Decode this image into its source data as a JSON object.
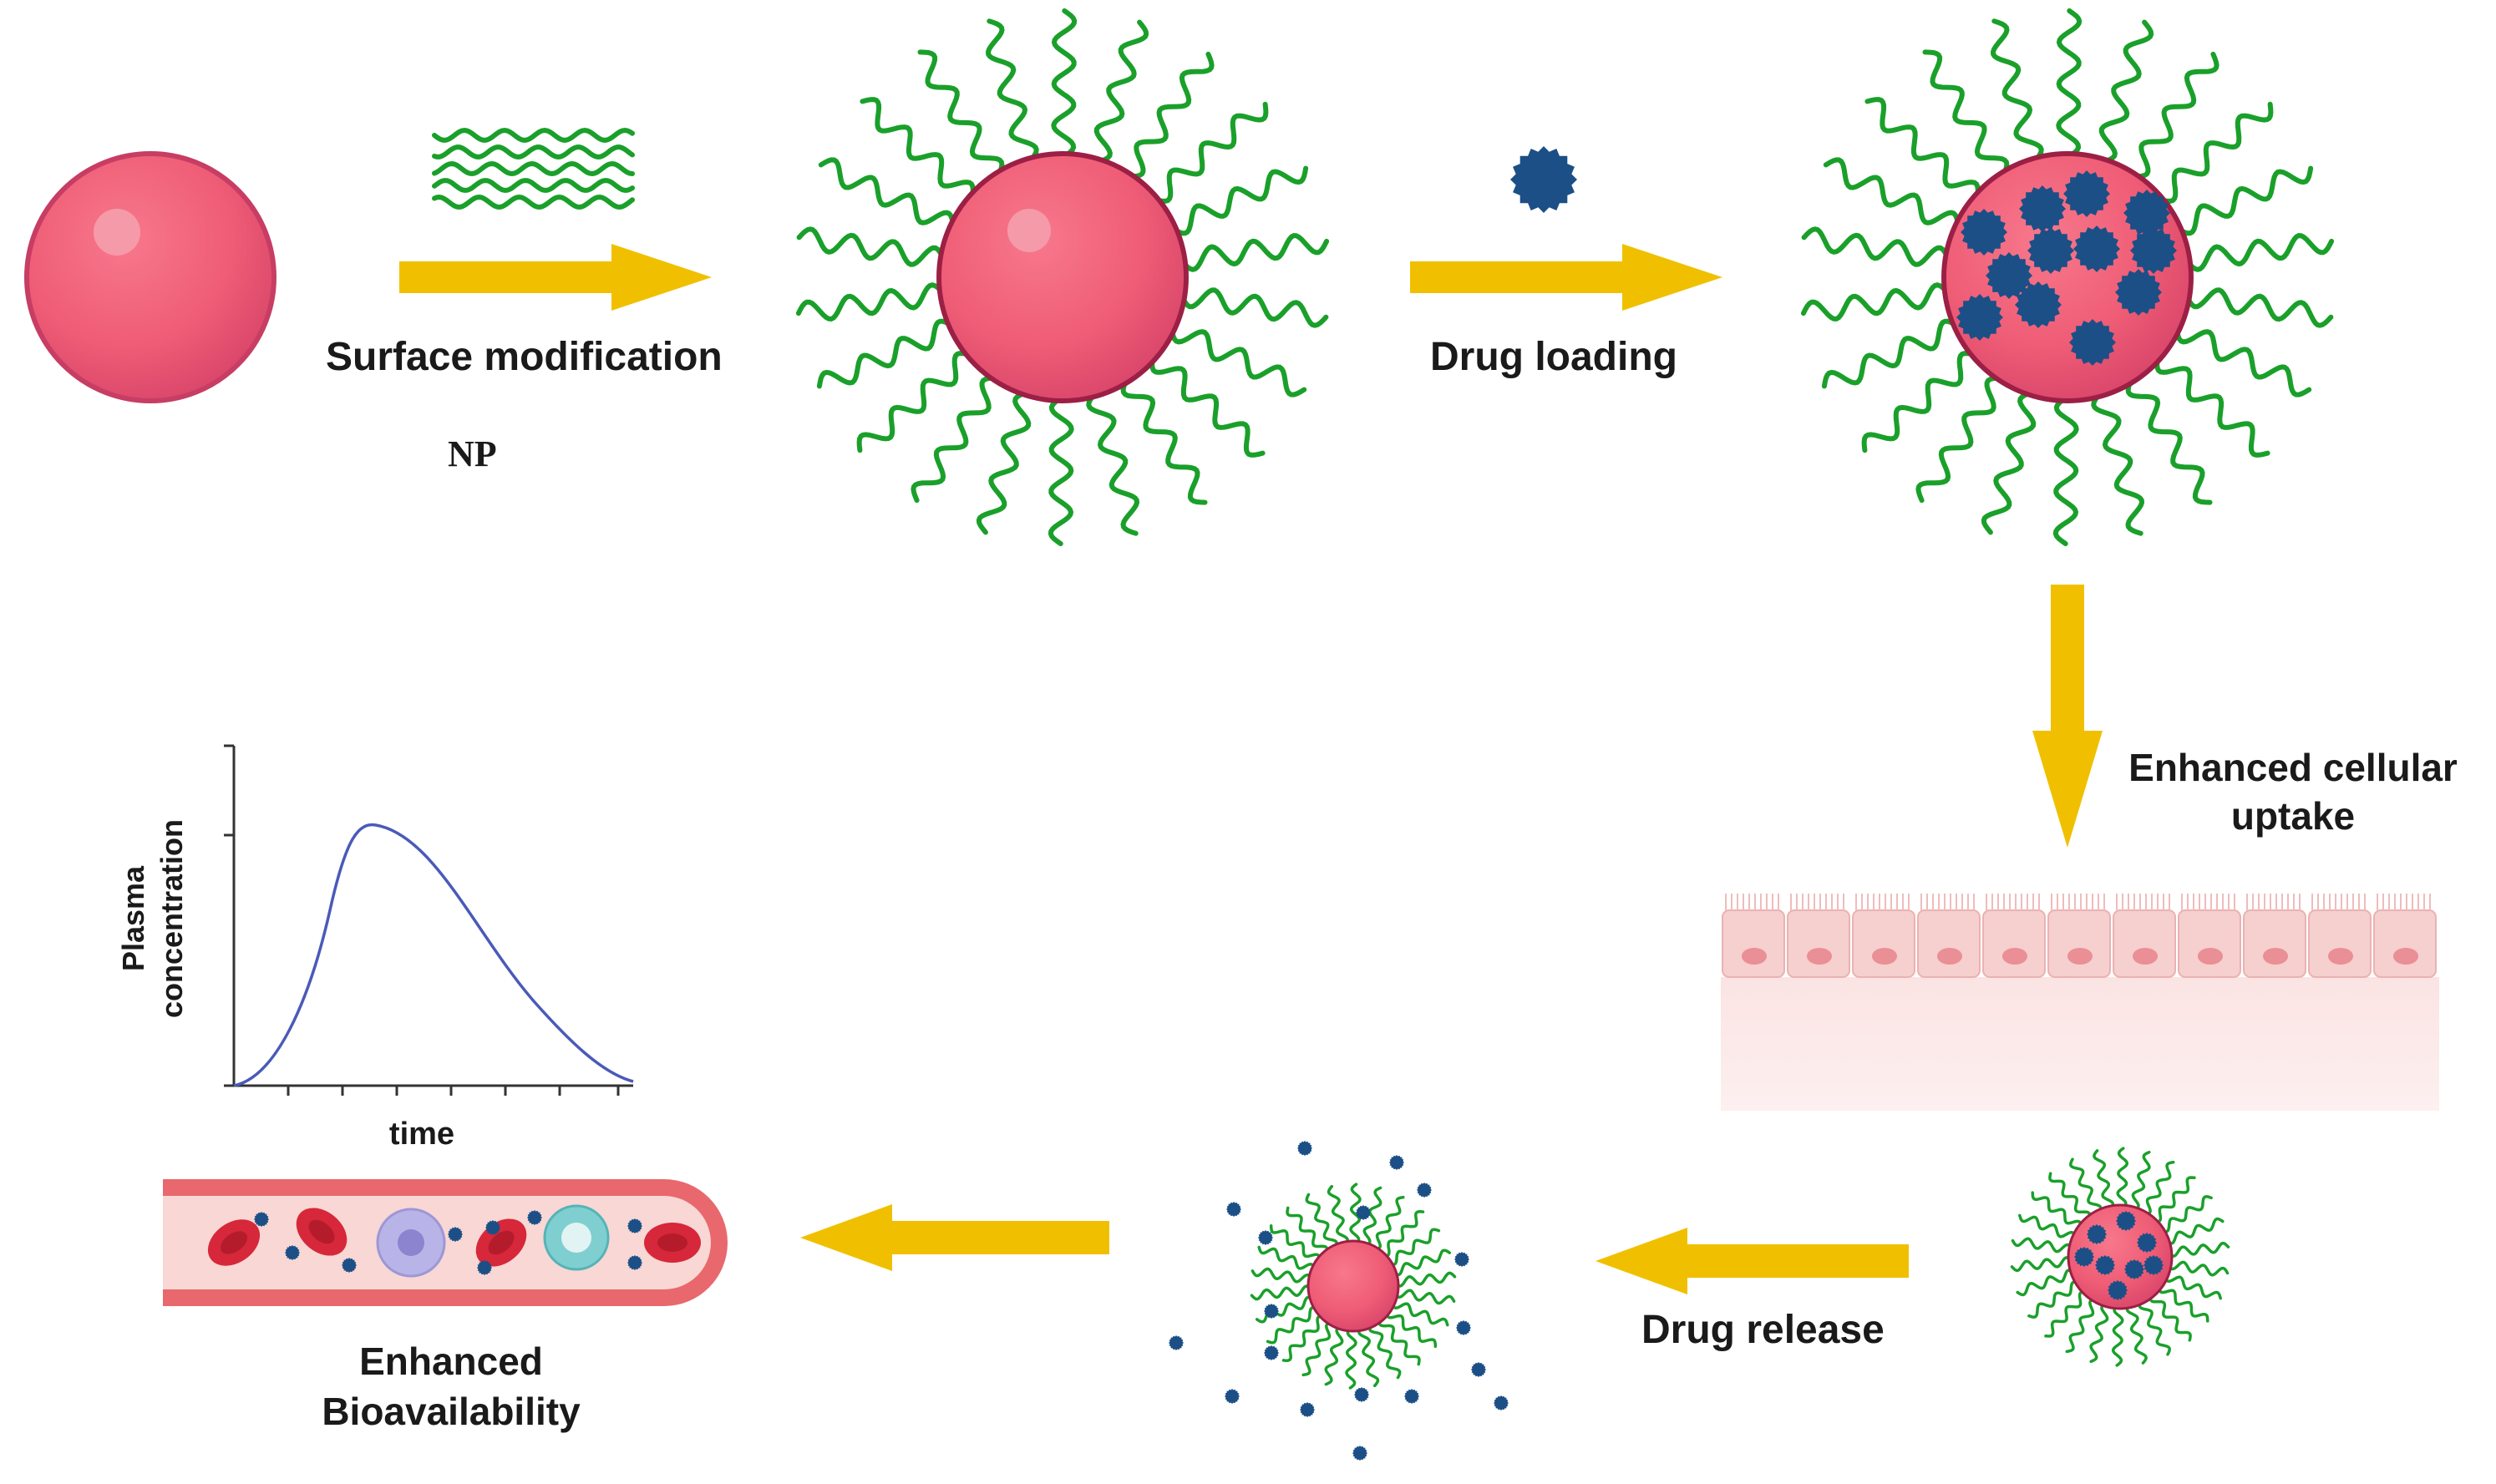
{
  "steps": {
    "surface_modification": "Surface modification",
    "np": "NP",
    "drug_loading": "Drug loading",
    "enhanced_uptake_line1": "Enhanced cellular",
    "enhanced_uptake_line2": "uptake",
    "drug_release": "Drug release",
    "bioavailability_line1": "Enhanced",
    "bioavailability_line2": "Bioavailability"
  },
  "plot": {
    "ylabel_line1": "Plasma",
    "ylabel_line2": "concentration",
    "xlabel": "time"
  },
  "colors": {
    "nanoparticle": "#f0607a",
    "nanoparticle_edge": "#9c1f45",
    "polymer": "#1aa02a",
    "drug": "#1b4f86",
    "arrow": "#f0c000",
    "epithelium": "#f6cfcf",
    "curve": "#4a5ab8",
    "vessel": "#e8686d",
    "rbc": "#d6283a"
  },
  "icons": [
    "nanoparticle-sphere",
    "polymer-chains",
    "drug-molecule",
    "cell-layer",
    "blood-vessel",
    "concentration-time-curve"
  ]
}
